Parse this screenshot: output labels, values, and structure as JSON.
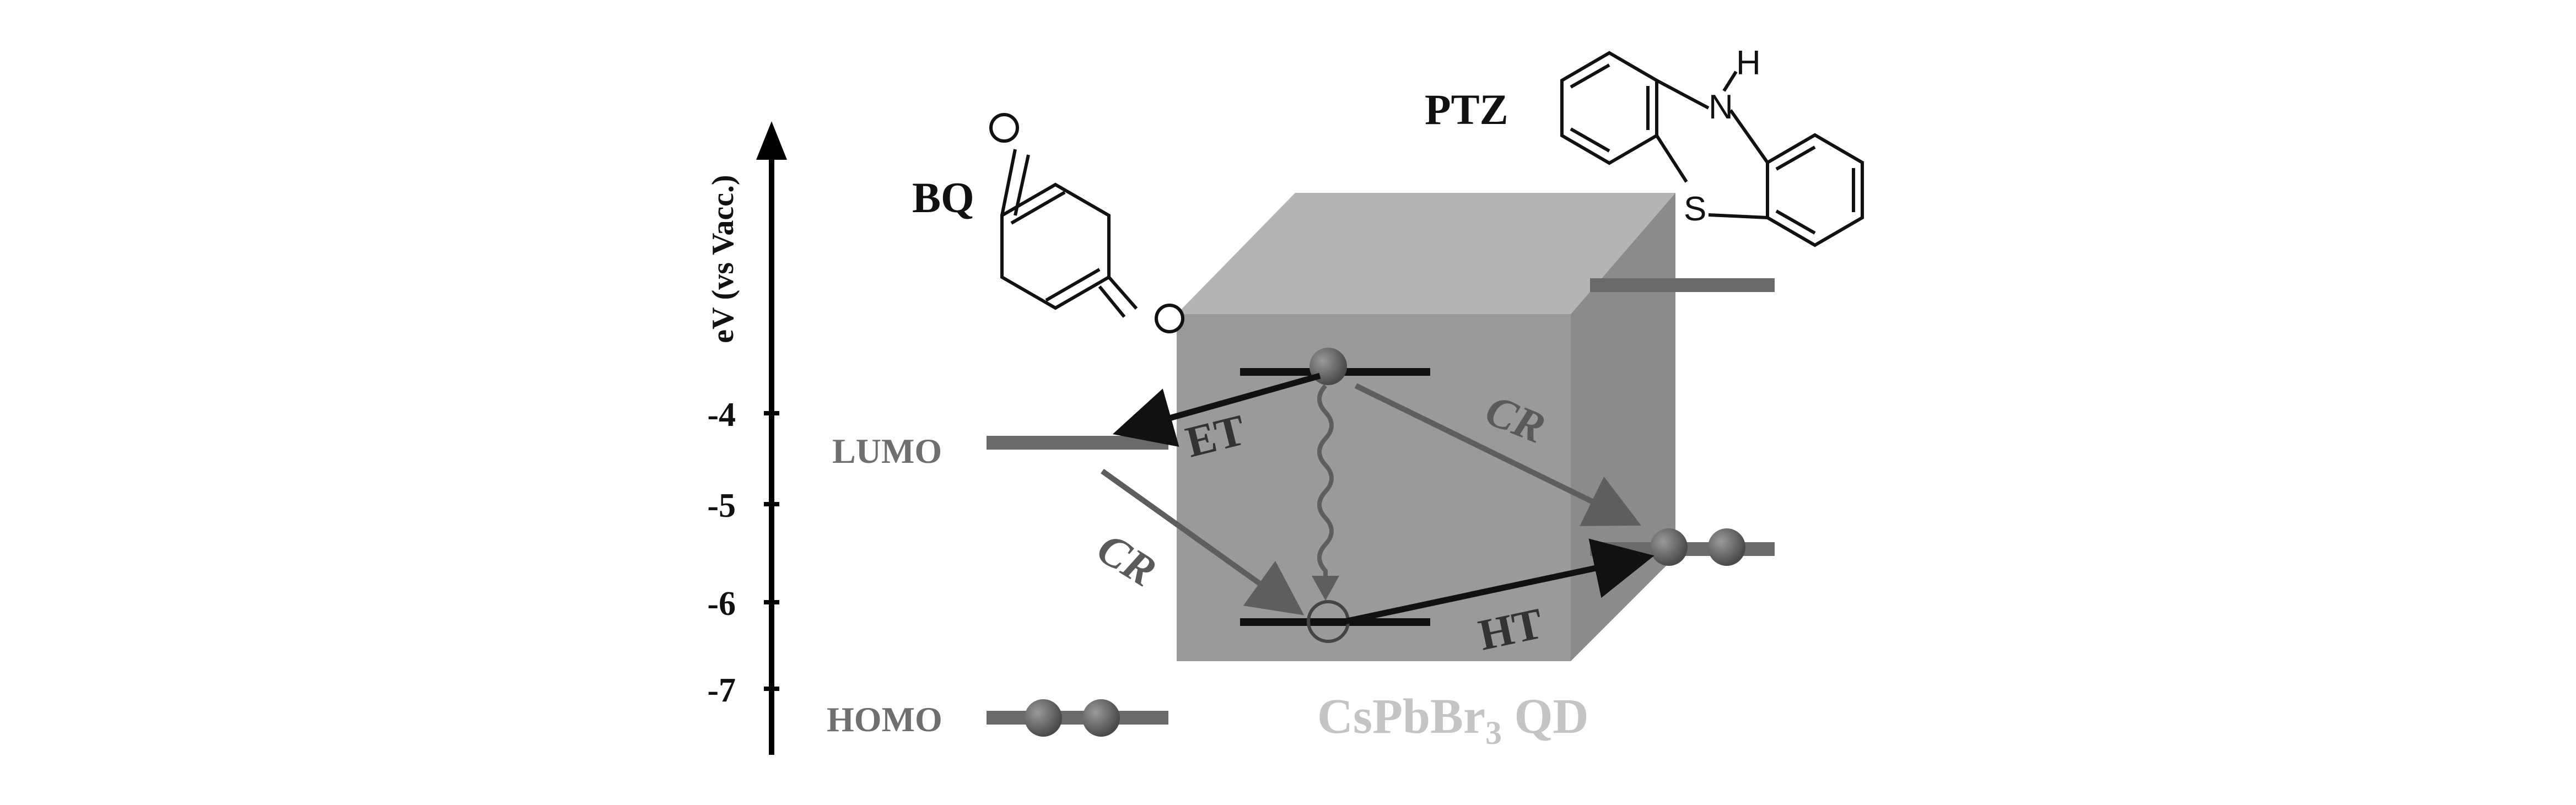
{
  "axis": {
    "title": "eV (vs Vacc.)",
    "ticks": [
      "-4",
      "-5",
      "-6",
      "-7"
    ]
  },
  "molecules": {
    "bq": {
      "label": "BQ",
      "oxygen_symbol": "O"
    },
    "ptz": {
      "label": "PTZ",
      "nitrogen_symbol": "N",
      "hydrogen_symbol": "H",
      "sulfur_symbol": "S"
    }
  },
  "levels": {
    "lumo_label": "LUMO",
    "homo_label": "HOMO"
  },
  "transfers": {
    "et": "ET",
    "ht": "HT",
    "cr_left": "CR",
    "cr_right": "CR"
  },
  "quantum_dot": {
    "name_prefix": "CsPbBr",
    "subscript": "3",
    "name_suffix": " QD"
  },
  "colors": {
    "cube_front": "#9a9a9a",
    "cube_top": "#b4b4b4",
    "cube_side": "#8b8b8b",
    "level_bar": "#6a6a6a",
    "electron": "#666666",
    "axis": "#000000"
  }
}
